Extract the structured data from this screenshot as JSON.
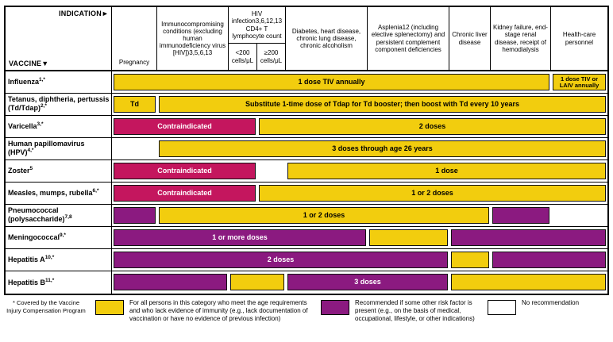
{
  "colors": {
    "yellow": "#F2CD0E",
    "purple": "#8B1A80",
    "magenta": "#C4165E",
    "white": "#FFFFFF"
  },
  "header": {
    "indication_label": "INDICATION►",
    "vaccine_label": "VACCINE▼"
  },
  "chart_data": {
    "type": "table",
    "hiv_group_label": "HIV infection3,6,12,13 CD4+ T lymphocyte count",
    "columns": [
      {
        "id": "pregnancy",
        "label": "Pregnancy"
      },
      {
        "id": "immunocompromising",
        "label": "Immunocompromising conditions (excluding human immunodeficiency virus [HIV])3,5,6,13"
      },
      {
        "id": "hiv-lt200",
        "label": "<200 cells/μL"
      },
      {
        "id": "hiv-ge200",
        "label": "≥200 cells/μL"
      },
      {
        "id": "diabetes",
        "label": "Diabetes, heart disease, chronic lung disease, chronic alcoholism"
      },
      {
        "id": "asplenia",
        "label": "Asplenia12 (including elective splenectomy) and persistent complement component deficiencies"
      },
      {
        "id": "chronic-liver",
        "label": "Chronic liver disease"
      },
      {
        "id": "kidney",
        "label": "Kidney failure, end-stage renal disease, receipt of hemodialysis"
      },
      {
        "id": "healthcare",
        "label": "Health-care personnel"
      }
    ],
    "rows": [
      {
        "vaccine": "Influenza",
        "sup": "1,*",
        "bars": [
          {
            "start": 1,
            "end": 8,
            "color": "yellow",
            "label": "1 dose TIV annually"
          },
          {
            "start": 9,
            "end": 9,
            "color": "yellow",
            "label": "1 dose TIV or LAIV annually",
            "small": true
          }
        ]
      },
      {
        "vaccine": "Tetanus, diphtheria, pertussis (Td/Tdap)",
        "sup": "2,*",
        "bars": [
          {
            "start": 1,
            "end": 1,
            "color": "yellow",
            "label": "Td"
          },
          {
            "start": 2,
            "end": 9,
            "color": "yellow",
            "label": "Substitute 1-time dose of Tdap for Td booster; then boost with Td every 10 years"
          }
        ]
      },
      {
        "vaccine": "Varicella",
        "sup": "3,*",
        "bars": [
          {
            "start": 1,
            "end": 3,
            "color": "magenta",
            "label": "Contraindicated"
          },
          {
            "start": 4,
            "end": 9,
            "color": "yellow",
            "label": "2 doses"
          }
        ]
      },
      {
        "vaccine": "Human papillomavirus (HPV)",
        "sup": "4,*",
        "bars": [
          {
            "start": 2,
            "end": 9,
            "color": "yellow",
            "label": "3 doses through age 26 years"
          }
        ]
      },
      {
        "vaccine": "Zoster",
        "sup": "5",
        "bars": [
          {
            "start": 1,
            "end": 3,
            "color": "magenta",
            "label": "Contraindicated"
          },
          {
            "start": 5,
            "end": 9,
            "color": "yellow",
            "label": "1 dose"
          }
        ]
      },
      {
        "vaccine": "Measles, mumps, rubella",
        "sup": "6,*",
        "bars": [
          {
            "start": 1,
            "end": 3,
            "color": "magenta",
            "label": "Contraindicated"
          },
          {
            "start": 4,
            "end": 9,
            "color": "yellow",
            "label": "1 or 2 doses"
          }
        ]
      },
      {
        "vaccine": "Pneumococcal (polysaccharide)",
        "sup": "7,8",
        "bars": [
          {
            "start": 1,
            "end": 1,
            "color": "purple",
            "label": ""
          },
          {
            "start": 2,
            "end": 7,
            "color": "yellow",
            "label": "1 or 2 doses"
          },
          {
            "start": 8,
            "end": 8,
            "color": "purple",
            "label": ""
          }
        ]
      },
      {
        "vaccine": "Meningococcal",
        "sup": "9,*",
        "bars": [
          {
            "start": 1,
            "end": 5,
            "color": "purple",
            "label": "1 or more doses"
          },
          {
            "start": 6,
            "end": 6,
            "color": "yellow",
            "label": ""
          },
          {
            "start": 7,
            "end": 9,
            "color": "purple",
            "label": ""
          }
        ]
      },
      {
        "vaccine": "Hepatitis A",
        "sup": "10,*",
        "bars": [
          {
            "start": 1,
            "end": 6,
            "color": "purple",
            "label": "2 doses"
          },
          {
            "start": 7,
            "end": 7,
            "color": "yellow",
            "label": ""
          },
          {
            "start": 8,
            "end": 9,
            "color": "purple",
            "label": ""
          }
        ]
      },
      {
        "vaccine": "Hepatitis B",
        "sup": "11,*",
        "bars": [
          {
            "start": 1,
            "end": 2,
            "color": "purple",
            "label": ""
          },
          {
            "start": 3,
            "end": 4,
            "color": "yellow",
            "label": ""
          },
          {
            "start": 5,
            "end": 6,
            "color": "purple",
            "label": "3 doses"
          },
          {
            "start": 7,
            "end": 9,
            "color": "yellow",
            "label": ""
          }
        ]
      }
    ]
  },
  "legend": {
    "vicp_note": "* Covered by the Vaccine Injury Compensation Program",
    "items": [
      {
        "color": "yellow",
        "text": "For all persons in this category who meet the age requirements and who lack evidence of immunity (e.g., lack documentation of vaccination or have no evidence of previous infection)"
      },
      {
        "color": "purple",
        "text": "Recommended if some other risk factor is present (e.g., on the basis of medical, occupational, lifestyle, or other indications)"
      },
      {
        "color": "white",
        "text": "No recommendation"
      }
    ]
  }
}
